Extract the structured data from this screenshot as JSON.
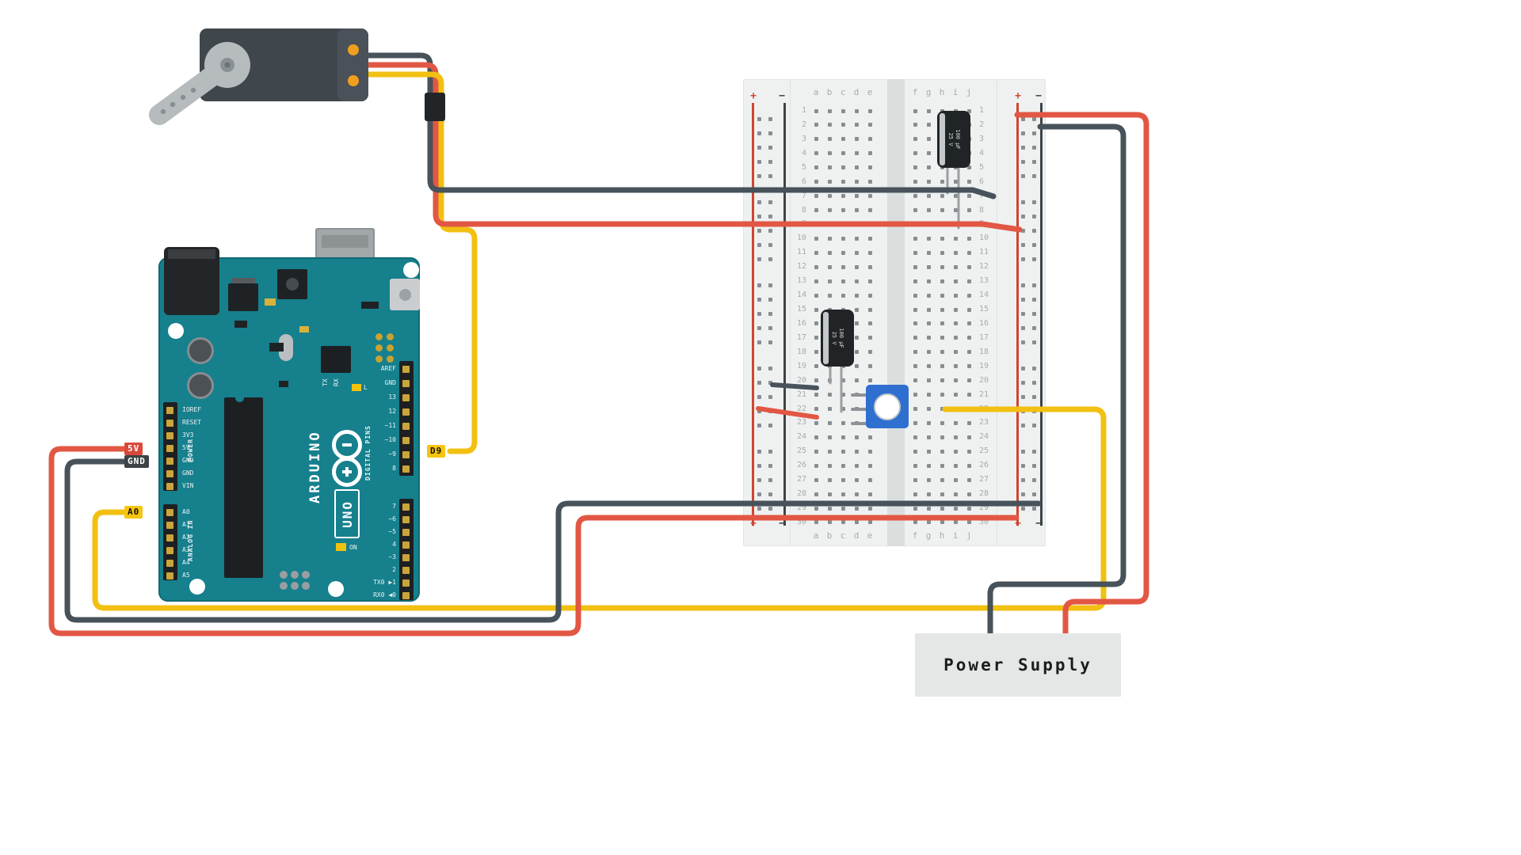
{
  "labels": {
    "v5": "5V",
    "gnd": "GND",
    "a0": "A0",
    "d9": "D9",
    "power_supply": "Power Supply"
  },
  "arduino": {
    "brand": "ARDUINO",
    "model": "UNO",
    "right_pins_top": [
      "AREF",
      "GND",
      "13",
      "12",
      "~11",
      "~10",
      "~9",
      "8"
    ],
    "right_pins_bottom": [
      "7",
      "~6",
      "~5",
      "4",
      "~3",
      "2",
      "TX0 ▶1",
      "RX0 ◀0"
    ],
    "left_pins_top": [
      "IOREF",
      "RESET",
      "3V3",
      "5V",
      "GND",
      "GND",
      "VIN"
    ],
    "left_pins_bottom": [
      "A0",
      "A1",
      "A2",
      "A3",
      "A4",
      "A5"
    ],
    "group_power": "POWER",
    "group_analog": "ANALOG IN",
    "group_digital": "DIGITAL PINS",
    "led_on": "ON",
    "led_l": "L",
    "rx": "RX",
    "tx": "TX"
  },
  "breadboard": {
    "rows": 30,
    "column_letters_left": [
      "a",
      "b",
      "c",
      "d",
      "e"
    ],
    "column_letters_right": [
      "f",
      "g",
      "h",
      "i",
      "j"
    ],
    "plus": "+",
    "minus": "−"
  },
  "capacitor": {
    "value": "100 µF",
    "voltage": "25 V"
  },
  "colors": {
    "wire_red": "#e25744",
    "wire_gray": "#47525a",
    "wire_yellow": "#f2c012",
    "arduino_board": "#16808d",
    "breadboard_bg": "#eff1f1",
    "rail_plus": "#d0452f",
    "rail_minus": "#3d4549",
    "label_red_bg": "#d9493a",
    "label_dark_bg": "#3c4347",
    "label_yellow_bg": "#f6c50f",
    "power_supply_bg": "#e5e7e7",
    "servo_body": "#3f474d",
    "potentiometer": "#2f6fd0"
  }
}
